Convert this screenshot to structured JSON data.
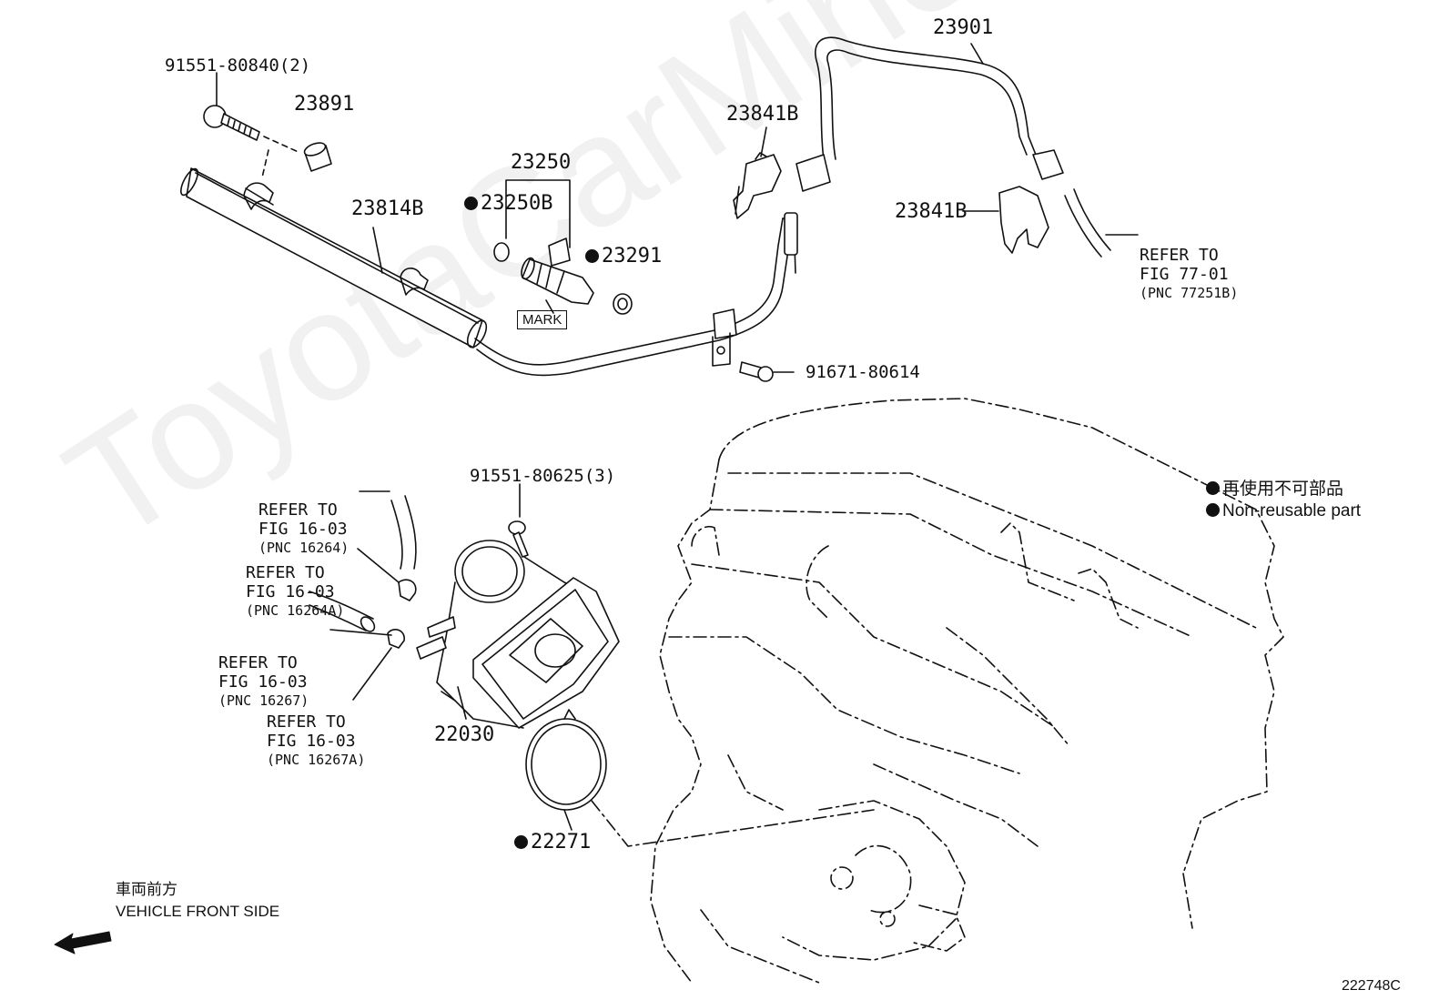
{
  "watermark": "ToyotaCarMine.ru",
  "parts": {
    "bolt_top": "91551-80840(2)",
    "p23891": "23891",
    "p23814B": "23814B",
    "p23250": "23250",
    "p23250B": "23250B",
    "p23291": "23291",
    "mark": "MARK",
    "p23841B_upper": "23841B",
    "p23901": "23901",
    "p23841B_lower": "23841B",
    "bolt_91671": "91671-80614",
    "bolt_mid": "91551-80625(3)",
    "p22030": "22030",
    "p22271": "22271"
  },
  "refs": {
    "fig77": {
      "line1": "REFER TO",
      "line2": "FIG 77-01",
      "line3": "(PNC 77251B)"
    },
    "pnc16264": {
      "line1": "REFER TO",
      "line2": "FIG 16-03",
      "line3": "(PNC 16264)"
    },
    "pnc16264A": {
      "line1": "REFER TO",
      "line2": "FIG 16-03",
      "line3": "(PNC 16264A)"
    },
    "pnc16267": {
      "line1": "REFER TO",
      "line2": "FIG 16-03",
      "line3": "(PNC 16267)"
    },
    "pnc16267A": {
      "line1": "REFER TO",
      "line2": "FIG 16-03",
      "line3": "(PNC 16267A)"
    }
  },
  "legend": {
    "jp": "再使用不可部品",
    "en": "Non-reusable part"
  },
  "front": {
    "jp": "車両前方",
    "en": "VEHICLE FRONT SIDE"
  },
  "figure_id": "222748C"
}
